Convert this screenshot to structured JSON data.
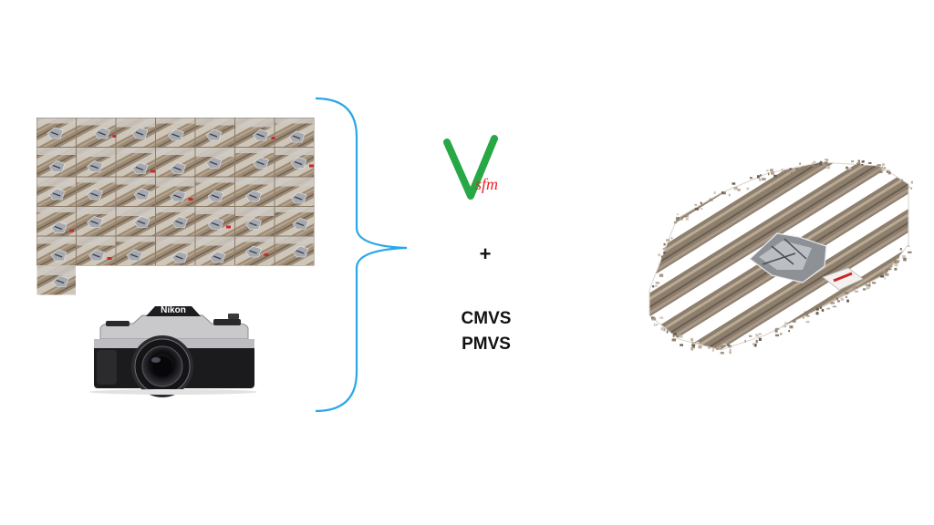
{
  "images": {
    "thumbnail_grid": {
      "rows": 6,
      "cols": 7,
      "count": 36
    },
    "camera": {
      "brand_text": "Nikon",
      "icon": "camera-icon"
    }
  },
  "brace": {
    "color": "#2aa7e8"
  },
  "logo": {
    "letter": "V",
    "subscript": "sfm",
    "letter_color": "#27a845",
    "subscript_color": "#e8262c"
  },
  "plus": "+",
  "tools": {
    "line1": "CMVS",
    "line2": "PMVS"
  },
  "colors": {
    "wood_light": "#b9a88f",
    "wood_mid": "#8f7c66",
    "wood_dark": "#5d5248",
    "concrete": "#cfcac4",
    "foil": "#a6aab0"
  }
}
